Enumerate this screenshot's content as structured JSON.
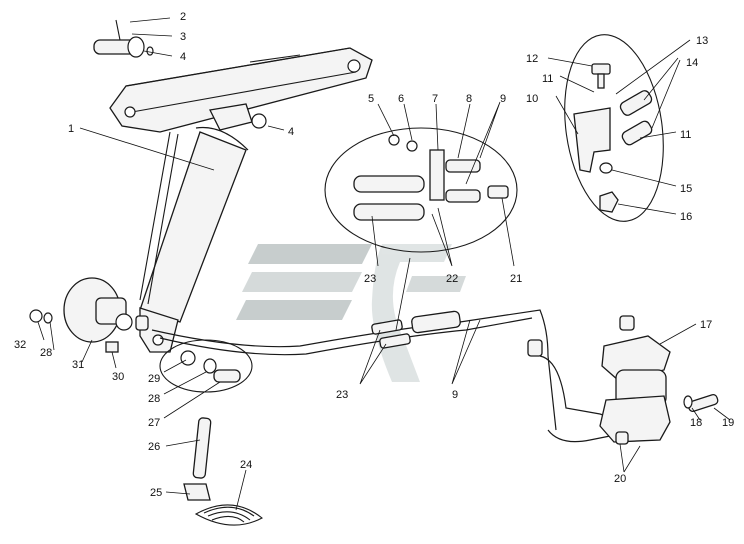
{
  "watermark": {
    "colors": [
      "#9aa6a6",
      "#c6cfcf",
      "#b3bdbd"
    ]
  },
  "labels": {
    "l1": "1",
    "l2": "2",
    "l3": "3",
    "l4a": "4",
    "l4b": "4",
    "l5": "5",
    "l6": "6",
    "l7": "7",
    "l8": "8",
    "l9a": "9",
    "l9b": "9",
    "l10": "10",
    "l11a": "11",
    "l11b": "11",
    "l12": "12",
    "l13": "13",
    "l14": "14",
    "l15": "15",
    "l16": "16",
    "l17": "17",
    "l18": "18",
    "l19": "19",
    "l20": "20",
    "l21": "21",
    "l22": "22",
    "l23a": "23",
    "l23b": "23",
    "l24": "24",
    "l25": "25",
    "l26": "26",
    "l27": "27",
    "l28a": "28",
    "l28b": "28",
    "l29": "29",
    "l30": "30",
    "l31": "31",
    "l32": "32"
  }
}
